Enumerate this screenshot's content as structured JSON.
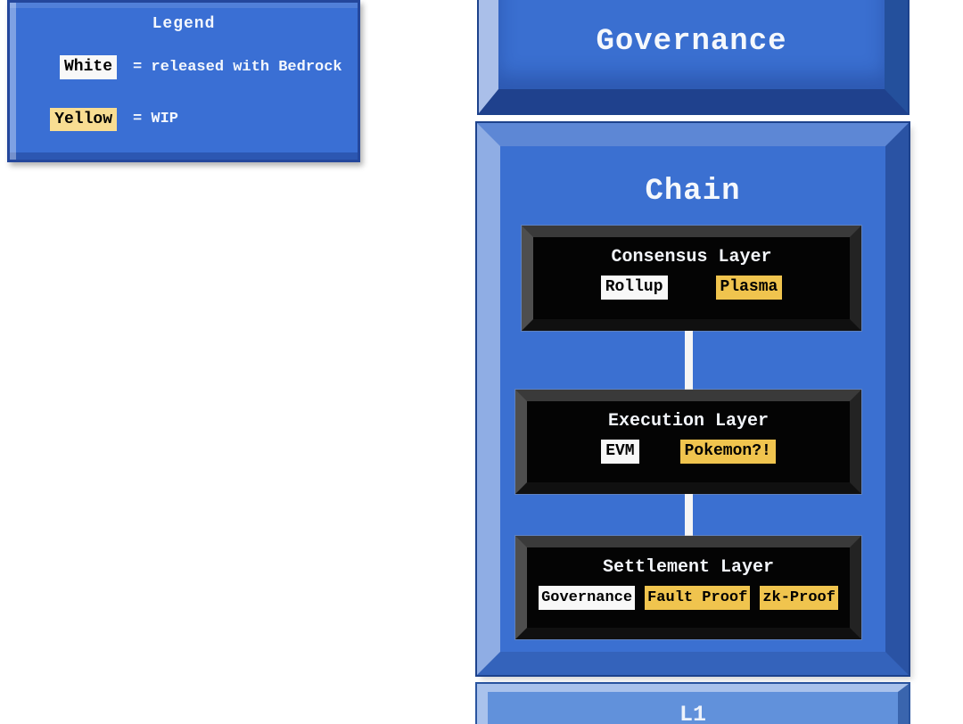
{
  "colors": {
    "panel_blue": "#3b70d1",
    "panel_blue_light_bevel": "#aabfe9",
    "panel_blue_dark_bevel": "#1f418d",
    "l1_blue": "#6191db",
    "legend_blue": "#3a6fd4",
    "black_panel": "#040404",
    "released_white": "#f8f8f8",
    "wip_gold": "#f0c44e",
    "legend_wip_yellow": "#f8dd92",
    "text_light": "#f5f8fc",
    "background": "#ffffff"
  },
  "legend": {
    "title": "Legend",
    "items": [
      {
        "swatch_label": "White",
        "swatch_color": "#f8f8f8",
        "description": "= released with Bedrock"
      },
      {
        "swatch_label": "Yellow",
        "swatch_color": "#f8dd92",
        "description": "= WIP"
      }
    ]
  },
  "diagram": {
    "governance_box": {
      "title": "Governance"
    },
    "chain_box": {
      "title": "Chain",
      "layers": [
        {
          "title": "Consensus Layer",
          "chips": [
            {
              "label": "Rollup",
              "status": "released"
            },
            {
              "label": "Plasma",
              "status": "wip"
            }
          ]
        },
        {
          "title": "Execution Layer",
          "chips": [
            {
              "label": "EVM",
              "status": "released"
            },
            {
              "label": "Pokemon?!",
              "status": "wip"
            }
          ]
        },
        {
          "title": "Settlement Layer",
          "chips": [
            {
              "label": "Governance",
              "status": "released"
            },
            {
              "label": "Fault Proof",
              "status": "wip"
            },
            {
              "label": "zk-Proof",
              "status": "wip"
            }
          ]
        }
      ]
    },
    "l1_box": {
      "title": "L1"
    }
  }
}
